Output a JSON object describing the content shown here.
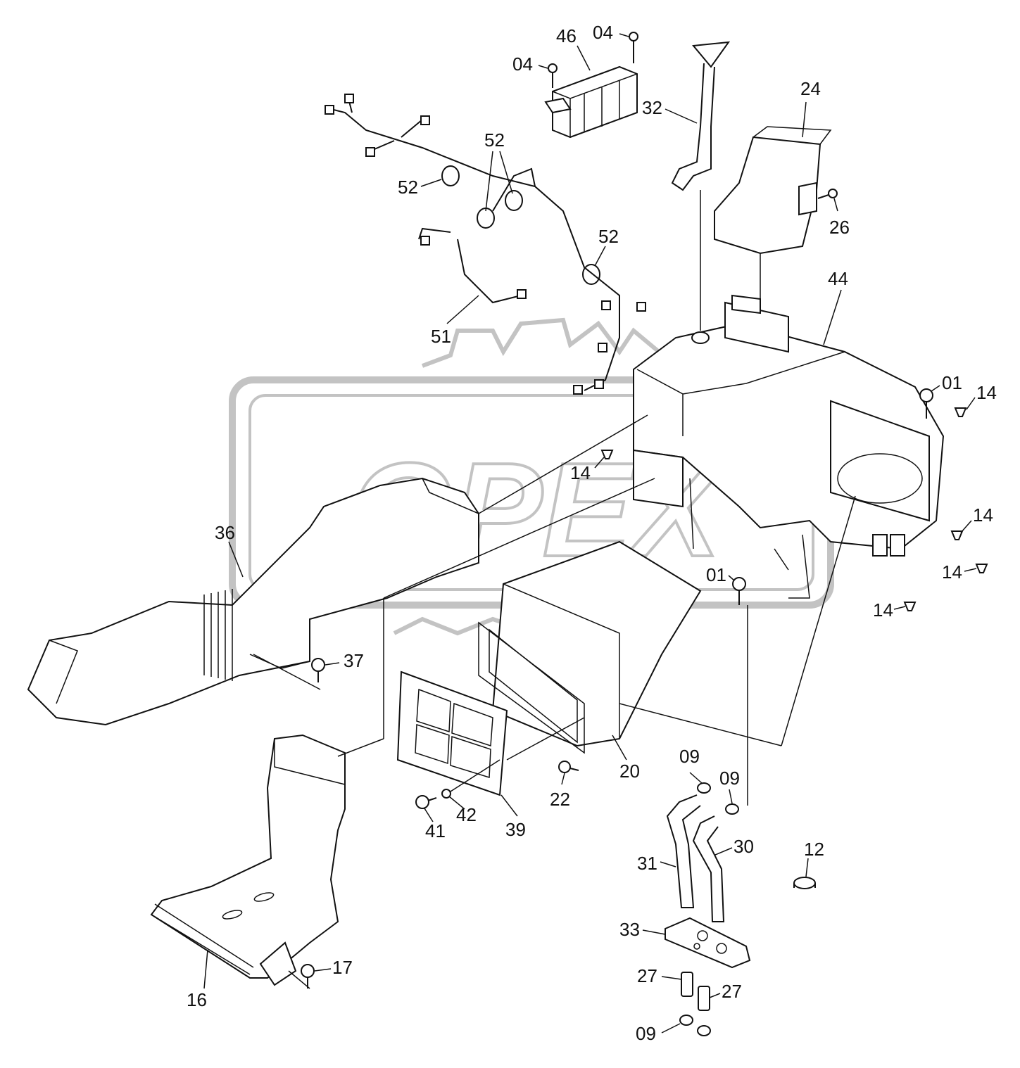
{
  "watermark": {
    "text": "OPEX",
    "color": "#b8b8b8"
  },
  "labels": {
    "l01a": "01",
    "l01b": "01",
    "l04a": "04",
    "l04b": "04",
    "l09a": "09",
    "l09b": "09",
    "l09c": "09",
    "l12": "12",
    "l14a": "14",
    "l14b": "14",
    "l14c": "14",
    "l14d": "14",
    "l14e": "14",
    "l16": "16",
    "l17": "17",
    "l20": "20",
    "l22": "22",
    "l24": "24",
    "l26": "26",
    "l27a": "27",
    "l27b": "27",
    "l30": "30",
    "l31": "31",
    "l32": "32",
    "l33": "33",
    "l36": "36",
    "l37": "37",
    "l39": "39",
    "l41": "41",
    "l42": "42",
    "l44": "44",
    "l46": "46",
    "l51": "51",
    "l52a": "52",
    "l52b": "52",
    "l52c": "52"
  }
}
